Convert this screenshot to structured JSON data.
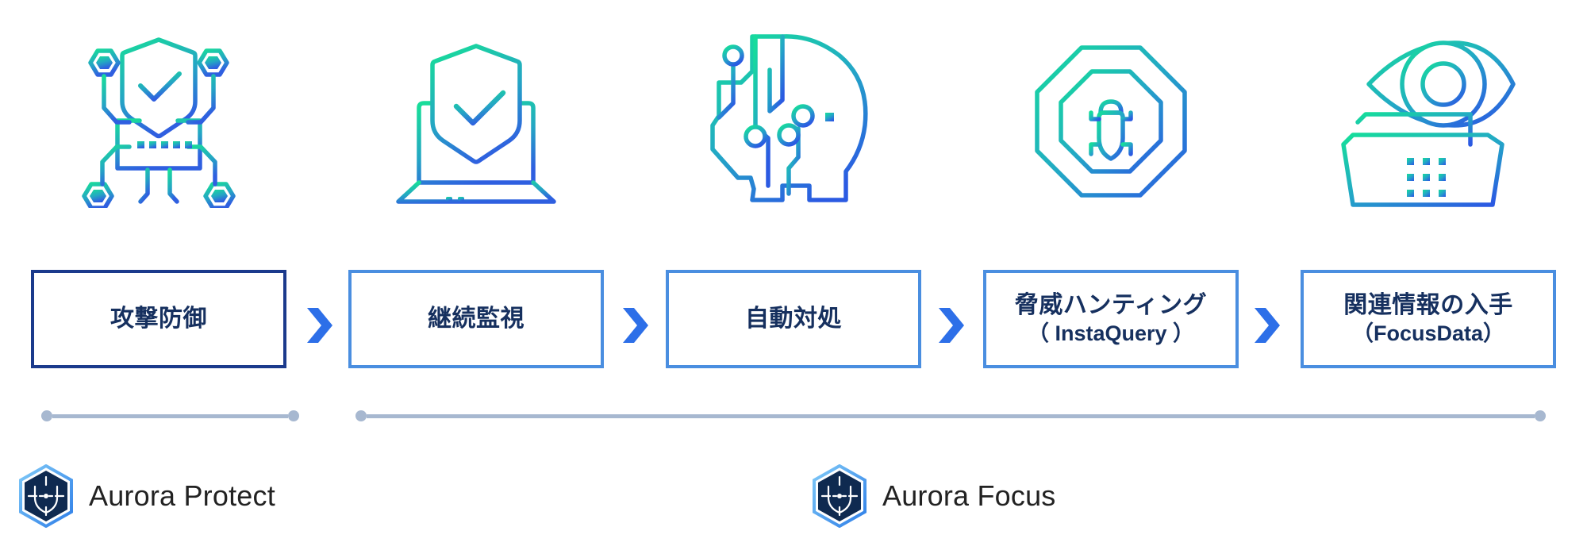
{
  "diagram": {
    "title": "Aurora Protect / Aurora Focus security workflow",
    "colors": {
      "primary_box_border": "#1b3a8c",
      "box_border": "#4a8ee0",
      "box_text": "#16305f",
      "arrow": "#2d6fe8",
      "range_bar": "#a7b8d0",
      "icon_gradient_start": "#18dc9a",
      "icon_gradient_end": "#2f5fe0",
      "logo_hex_fill": "#0f2a50",
      "logo_hex_glow": "#4aa8f0",
      "brand_text": "#222222"
    }
  },
  "steps": [
    {
      "id": "attack-defense",
      "title": "攻撃防御",
      "subtitle": "",
      "icon_name": "shield-check-network-icon",
      "emphasis": "primary"
    },
    {
      "id": "continuous-monitoring",
      "title": "継続監視",
      "subtitle": "",
      "icon_name": "laptop-shield-check-icon",
      "emphasis": "normal"
    },
    {
      "id": "automated-response",
      "title": "自動対処",
      "subtitle": "",
      "icon_name": "ai-head-circuit-icon",
      "emphasis": "normal"
    },
    {
      "id": "threat-hunting",
      "title": "脅威ハンティング",
      "subtitle": "（ InstaQuery ）",
      "icon_name": "bug-crosshair-octagon-icon",
      "emphasis": "normal"
    },
    {
      "id": "related-information",
      "title": "関連情報の入手",
      "subtitle": "（FocusData）",
      "icon_name": "eye-folder-data-icon",
      "emphasis": "normal"
    }
  ],
  "arrows": [
    {
      "id": "arrow-1",
      "name": "chevron-right-icon"
    },
    {
      "id": "arrow-2",
      "name": "chevron-right-icon"
    },
    {
      "id": "arrow-3",
      "name": "chevron-right-icon"
    },
    {
      "id": "arrow-4",
      "name": "chevron-right-icon"
    }
  ],
  "ranges": [
    {
      "id": "range-protect",
      "covers": "攻撃防御"
    },
    {
      "id": "range-focus",
      "covers": "継続監視 〜 関連情報の入手"
    }
  ],
  "brands": [
    {
      "id": "aurora-protect",
      "label": "Aurora Protect",
      "logo_name": "aurora-hex-shield-logo"
    },
    {
      "id": "aurora-focus",
      "label": "Aurora Focus",
      "logo_name": "aurora-hex-shield-logo"
    }
  ]
}
